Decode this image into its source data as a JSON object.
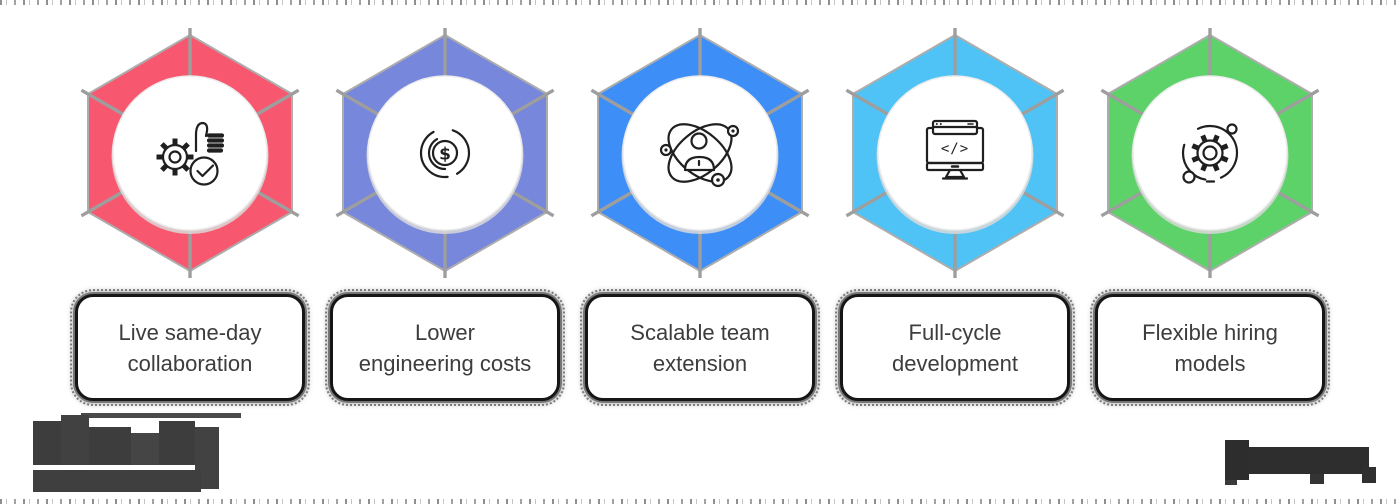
{
  "page": {
    "background_color": "#FFFFFF"
  },
  "theme": {
    "spoke_color": "#9E9E9E",
    "hexagon_outline_color": "#ADADAD",
    "icon_stroke_color": "#1F1F1F",
    "label_text_color": "#3D3D3D",
    "card_background": "#FFFFFF",
    "card_border_color": "#161616",
    "inner_circle_fill": "#FFFFFF"
  },
  "benefits": [
    {
      "label_line1": "Live same-day",
      "label_line2": "collaboration",
      "hex_color": "#F8586F",
      "icon": "gear-thumbs-up-check-icon"
    },
    {
      "label_line1": "Lower",
      "label_line2": "engineering costs",
      "hex_color": "#7787DB",
      "icon": "dollar-donut-chart-icon"
    },
    {
      "label_line1": "Scalable team",
      "label_line2": "extension",
      "hex_color": "#3E8EF7",
      "icon": "person-orbit-network-icon"
    },
    {
      "label_line1": "Full-cycle",
      "label_line2": "development",
      "hex_color": "#4FC3F5",
      "icon": "code-monitor-icon"
    },
    {
      "label_line1": "Flexible hiring",
      "label_line2": "models",
      "hex_color": "#5CD268",
      "icon": "gear-orbit-icon"
    }
  ],
  "icon_glyphs": {
    "dollar_sign": "$",
    "code_brackets": "</>"
  },
  "footer": {
    "left_logo": "pixelated-redacted-company-logo",
    "right_logo": "pixelated-redacted-company-logo",
    "logo_block_color_left": "#3D3D3D",
    "logo_block_color_right": "#2D2D2D"
  }
}
